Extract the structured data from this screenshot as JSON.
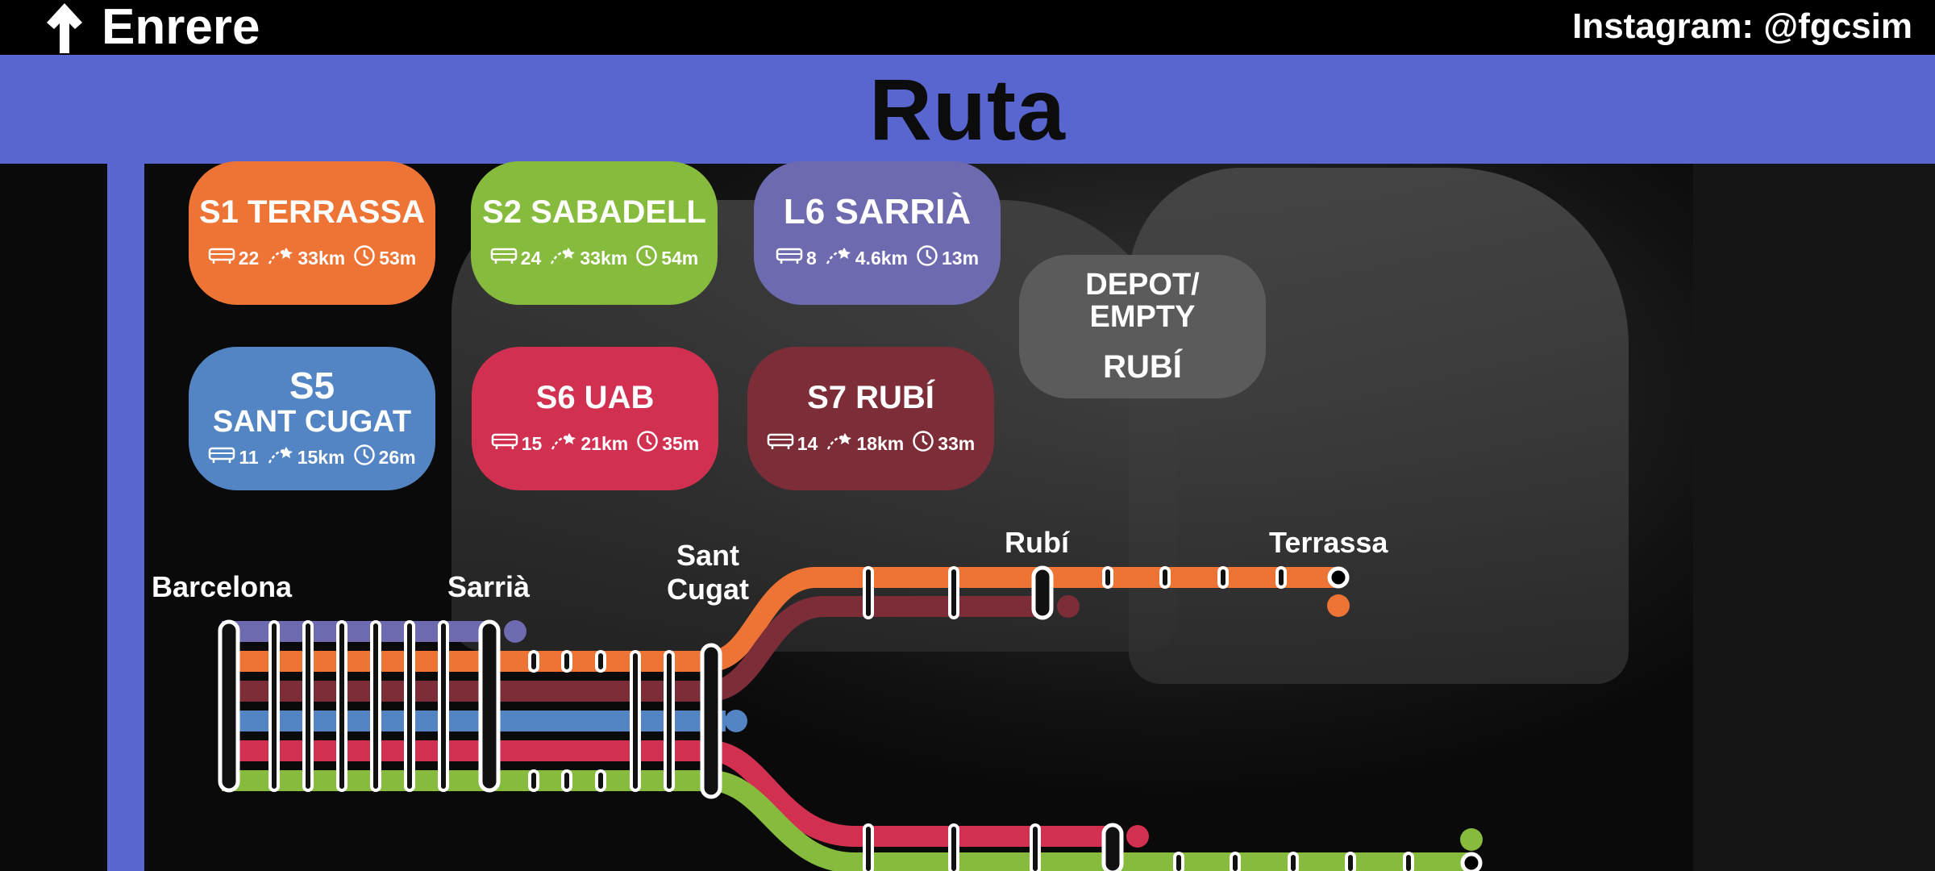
{
  "topbar": {
    "back_label": "Enrere",
    "social": "Instagram: @fgcsim"
  },
  "header": {
    "title": "Ruta"
  },
  "routes": [
    {
      "code": "S1 TERRASSA",
      "stations": "22",
      "distance": "33km",
      "time": "53m",
      "color": "#ee7436"
    },
    {
      "code": "S2 SABADELL",
      "stations": "24",
      "distance": "33km",
      "time": "54m",
      "color": "#86bb3d"
    },
    {
      "code": "L6 SARRIÀ",
      "stations": "8",
      "distance": "4.6km",
      "time": "13m",
      "color": "#6e6ab0"
    },
    {
      "code_line1": "S5",
      "code_line2": "SANT CUGAT",
      "stations": "11",
      "distance": "15km",
      "time": "26m",
      "color": "#5385c4"
    },
    {
      "code": "S6 UAB",
      "stations": "15",
      "distance": "21km",
      "time": "35m",
      "color": "#d23050"
    },
    {
      "code": "S7 RUBÍ",
      "stations": "14",
      "distance": "18km",
      "time": "33m",
      "color": "#7d2d38"
    }
  ],
  "depot": {
    "line1": "DEPOT/",
    "line2": "EMPTY",
    "destination": "RUBÍ",
    "color": "#5b5b5b"
  },
  "map": {
    "stations": {
      "barcelona": "Barcelona",
      "sarria": "Sarrià",
      "sant_cugat_1": "Sant",
      "sant_cugat_2": "Cugat",
      "rubi": "Rubí",
      "terrassa": "Terrassa"
    },
    "line_colors": {
      "l6": "#6e6ab0",
      "s1": "#ee7436",
      "s7": "#7d2d38",
      "s5": "#5385c4",
      "s6": "#d23050",
      "s2": "#86bb3d"
    }
  },
  "colors": {
    "accent": "#5966cf",
    "background": "#000000"
  }
}
